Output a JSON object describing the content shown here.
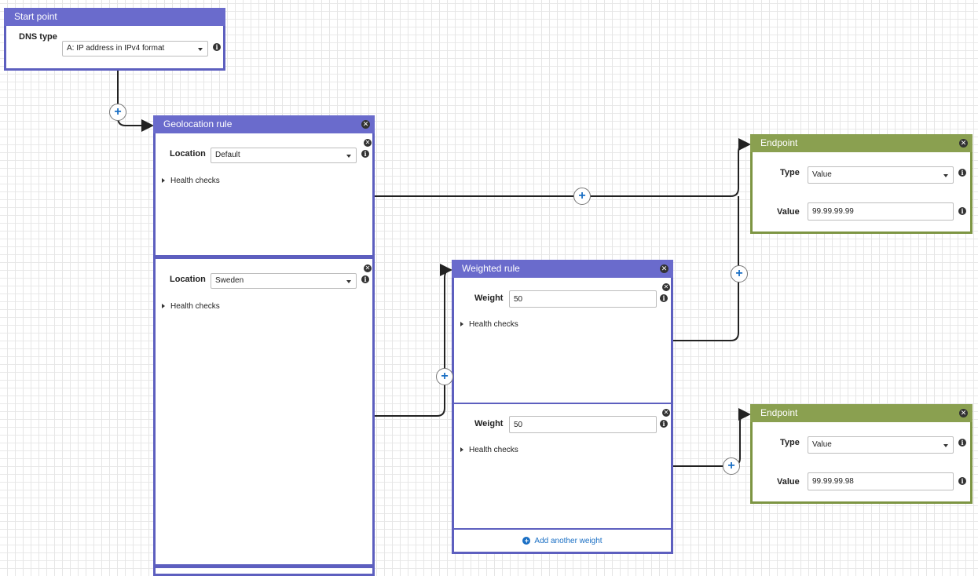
{
  "start": {
    "title": "Start point",
    "dns_label": "DNS type",
    "dns_value": "A: IP address in IPv4 format"
  },
  "geo": {
    "title": "Geolocation rule",
    "location_label": "Location",
    "rule1_value": "Default",
    "rule2_value": "Sweden",
    "health": "Health checks"
  },
  "weighted": {
    "title": "Weighted rule",
    "weight_label": "Weight",
    "w1_value": "50",
    "w2_value": "50",
    "health": "Health checks",
    "add": "Add another weight"
  },
  "ep1": {
    "title": "Endpoint",
    "type_label": "Type",
    "type_value": "Value",
    "value_label": "Value",
    "value": "99.99.99.99"
  },
  "ep2": {
    "title": "Endpoint",
    "type_label": "Type",
    "type_value": "Value",
    "value_label": "Value",
    "value": "99.99.99.98"
  },
  "colors": {
    "rule_header": "#6a6bcc",
    "endpoint_header": "#8aa050",
    "link": "#1a6fc4"
  }
}
